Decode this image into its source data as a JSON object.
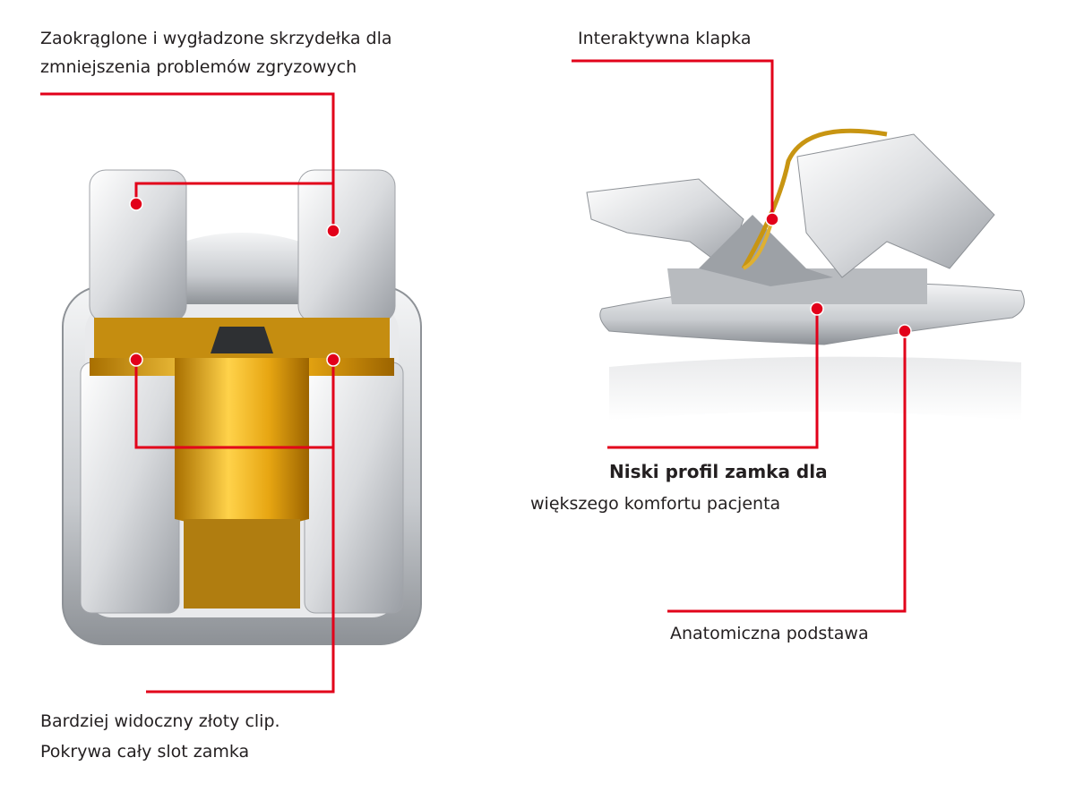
{
  "labels": {
    "wings": [
      "Zaokrąglone i wygładzone skrzydełka dla",
      "zmniejszenia problemów zgryzowych"
    ],
    "clip": [
      "Bardziej widoczny złoty clip.",
      "Pokrywa cały slot zamka"
    ],
    "door": "Interaktywna klapka",
    "profile": [
      "Niski profil zamka dla",
      "większego komfortu pacjenta"
    ],
    "base": "Anatomiczna podstawa"
  },
  "colors": {
    "leader": "#e2001a",
    "gold": "#e0a81a",
    "silver": "#c9cbcf"
  }
}
